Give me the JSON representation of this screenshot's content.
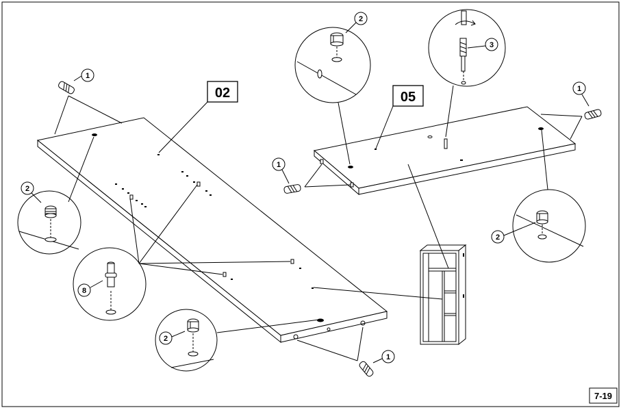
{
  "panels": [
    {
      "label": "02"
    },
    {
      "label": "05"
    }
  ],
  "parts": {
    "dowel": "1",
    "cam_lock": "2",
    "screwdriver_screw": "3",
    "cam_bolt": "8"
  },
  "page_number": "7-19",
  "colors": {
    "line": "#000000",
    "background": "#ffffff"
  }
}
